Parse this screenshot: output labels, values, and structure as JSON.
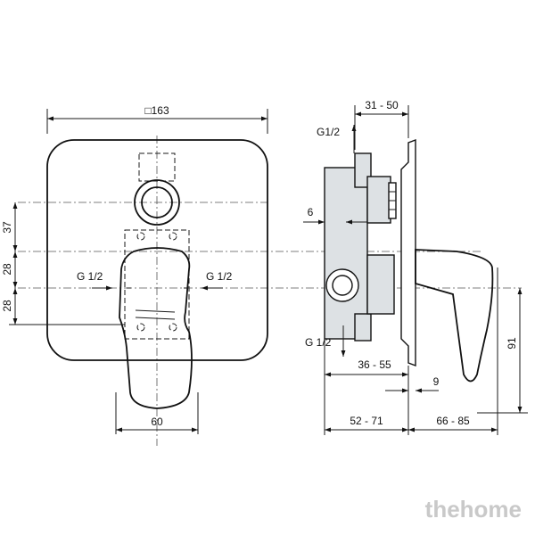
{
  "front_view": {
    "width_label": "□163",
    "dim_37": "37",
    "dim_28_upper": "28",
    "dim_28_lower": "28",
    "inlet_left": "G 1/2",
    "inlet_right": "G 1/2",
    "handle_width": "60"
  },
  "side_view": {
    "outlet_top": "G1/2",
    "outlet_bottom": "G 1/2",
    "dim_31_50": "31 - 50",
    "dim_6": "6",
    "dim_36_55": "36 - 55",
    "dim_9": "9",
    "dim_52_71": "52 - 71",
    "dim_66_85": "66 - 85",
    "dim_91": "91"
  },
  "watermark": "thehome"
}
